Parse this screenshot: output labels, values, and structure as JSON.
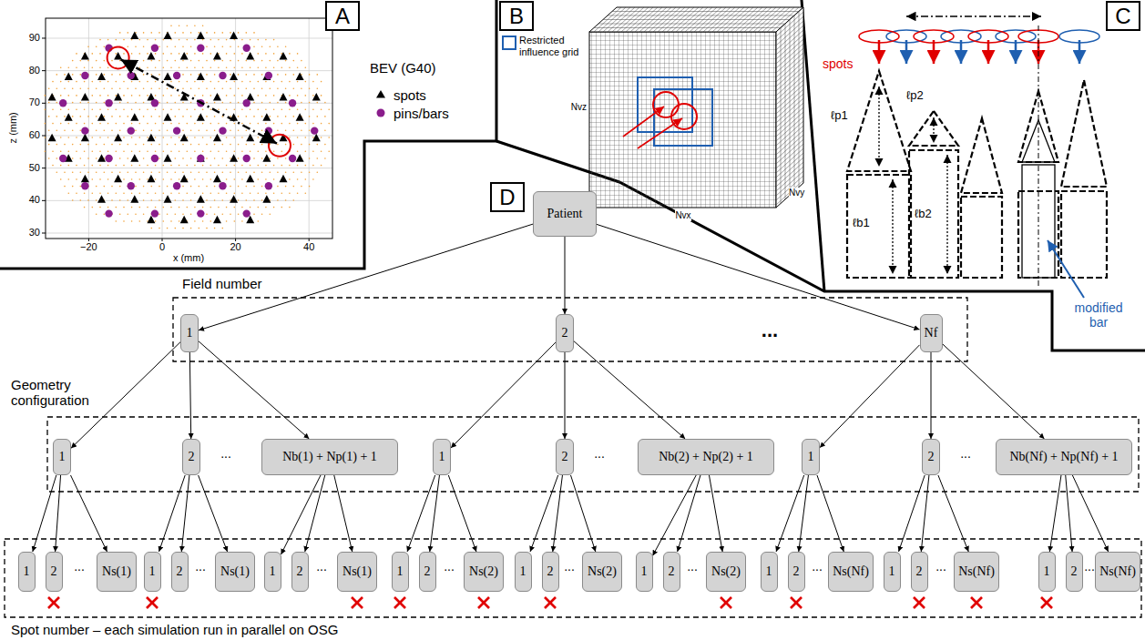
{
  "diagram": {
    "nodes": [
      {
        "text": [
          "Patient"
        ]
      },
      {
        "text": [
          "1"
        ]
      },
      {
        "text": [
          "2"
        ]
      },
      {
        "text": [
          "Nf"
        ]
      },
      {
        "text": [
          "1"
        ]
      },
      {
        "text": [
          "2"
        ]
      },
      {
        "text": [
          "Nb(1) + Np(1) + 1"
        ]
      },
      {
        "text": [
          "1"
        ]
      },
      {
        "text": [
          "2"
        ]
      },
      {
        "text": [
          "Nb(2) + Np(2) + 1"
        ]
      },
      {
        "text": [
          "1"
        ]
      },
      {
        "text": [
          "2"
        ]
      },
      {
        "text": [
          "Nb(Nf) + Np(Nf) + 1"
        ]
      },
      {
        "text": [
          "1"
        ]
      },
      {
        "text": [
          "2"
        ]
      },
      {
        "text": [
          "Ns(1)"
        ]
      },
      {
        "text": [
          "1"
        ]
      },
      {
        "text": [
          "2"
        ]
      },
      {
        "text": [
          "Ns(1)"
        ]
      },
      {
        "text": [
          "1"
        ]
      },
      {
        "text": [
          "2"
        ]
      },
      {
        "text": [
          "Ns(1)"
        ]
      },
      {
        "text": [
          "1"
        ]
      },
      {
        "text": [
          "2"
        ]
      },
      {
        "text": [
          "Ns(2)"
        ]
      },
      {
        "text": [
          "1"
        ]
      },
      {
        "text": [
          "2"
        ]
      },
      {
        "text": [
          "Ns(2)"
        ]
      },
      {
        "text": [
          "1"
        ]
      },
      {
        "text": [
          "2"
        ]
      },
      {
        "text": [
          "Ns(2)"
        ]
      },
      {
        "text": [
          "1"
        ]
      },
      {
        "text": [
          "2"
        ]
      },
      {
        "text": [
          "Ns(Nf)"
        ]
      },
      {
        "text": [
          "1"
        ]
      },
      {
        "text": [
          "2"
        ]
      },
      {
        "text": [
          "Ns(Nf)"
        ]
      },
      {
        "text": [
          "1"
        ]
      },
      {
        "text": [
          "2"
        ]
      },
      {
        "text": [
          "Ns(Nf)"
        ]
      }
    ],
    "edges": [
      {
        "from": 0,
        "to": 1,
        "arrow": "to"
      },
      {
        "from": 0,
        "to": 2,
        "arrow": "to"
      },
      {
        "from": 0,
        "to": 3,
        "arrow": "to"
      },
      {
        "from": 1,
        "to": 4,
        "arrow": "to"
      },
      {
        "from": 1,
        "to": 5,
        "arrow": "to"
      },
      {
        "from": 1,
        "to": 6,
        "arrow": "to"
      },
      {
        "from": 2,
        "to": 7,
        "arrow": "to"
      },
      {
        "from": 2,
        "to": 8,
        "arrow": "to"
      },
      {
        "from": 2,
        "to": 9,
        "arrow": "to"
      },
      {
        "from": 3,
        "to": 10,
        "arrow": "to"
      },
      {
        "from": 3,
        "to": 11,
        "arrow": "to"
      },
      {
        "from": 3,
        "to": 12,
        "arrow": "to"
      },
      {
        "from": 4,
        "to": 13,
        "arrow": "to"
      },
      {
        "from": 4,
        "to": 14,
        "arrow": "to"
      },
      {
        "from": 4,
        "to": 15,
        "arrow": "to"
      },
      {
        "from": 5,
        "to": 16,
        "arrow": "to"
      },
      {
        "from": 5,
        "to": 17,
        "arrow": "to"
      },
      {
        "from": 5,
        "to": 18,
        "arrow": "to"
      },
      {
        "from": 6,
        "to": 19,
        "arrow": "to"
      },
      {
        "from": 6,
        "to": 20,
        "arrow": "to"
      },
      {
        "from": 6,
        "to": 21,
        "arrow": "to"
      },
      {
        "from": 7,
        "to": 22,
        "arrow": "to"
      },
      {
        "from": 7,
        "to": 23,
        "arrow": "to"
      },
      {
        "from": 7,
        "to": 24,
        "arrow": "to"
      },
      {
        "from": 8,
        "to": 25,
        "arrow": "to"
      },
      {
        "from": 8,
        "to": 26,
        "arrow": "to"
      },
      {
        "from": 8,
        "to": 27,
        "arrow": "to"
      },
      {
        "from": 9,
        "to": 28,
        "arrow": "to"
      },
      {
        "from": 9,
        "to": 29,
        "arrow": "to"
      },
      {
        "from": 9,
        "to": 30,
        "arrow": "to"
      },
      {
        "from": 10,
        "to": 31,
        "arrow": "to"
      },
      {
        "from": 10,
        "to": 32,
        "arrow": "to"
      },
      {
        "from": 10,
        "to": 33,
        "arrow": "to"
      },
      {
        "from": 11,
        "to": 34,
        "arrow": "to"
      },
      {
        "from": 11,
        "to": 35,
        "arrow": "to"
      },
      {
        "from": 11,
        "to": 36,
        "arrow": "to"
      },
      {
        "from": 12,
        "to": 37,
        "arrow": "to"
      },
      {
        "from": 12,
        "to": 38,
        "arrow": "to"
      },
      {
        "from": 12,
        "to": 39,
        "arrow": "to"
      }
    ],
    "labels": [
      "A",
      "B",
      "C",
      "D",
      "x (mm)",
      "z (mm)",
      "−20",
      "0",
      "20",
      "40",
      "30",
      "40",
      "50",
      "60",
      "70",
      "80",
      "90",
      "BEV (G40)",
      "Restricted influence grid",
      "Nvz",
      "Nvx",
      "Nvy",
      "spots",
      "ℓp1",
      "ℓp2",
      "ℓb1",
      "ℓb2",
      "modified bar",
      "Field number",
      "Geometry configuration",
      "Spot number – each simulation run in parallel on OSG",
      "...",
      "...",
      "...",
      "...",
      "...",
      "...",
      "...",
      "...",
      "...",
      "...",
      "...",
      "...",
      "..."
    ],
    "legend": [
      {
        "text": "spots"
      },
      {
        "text": "pins/bars"
      }
    ]
  }
}
